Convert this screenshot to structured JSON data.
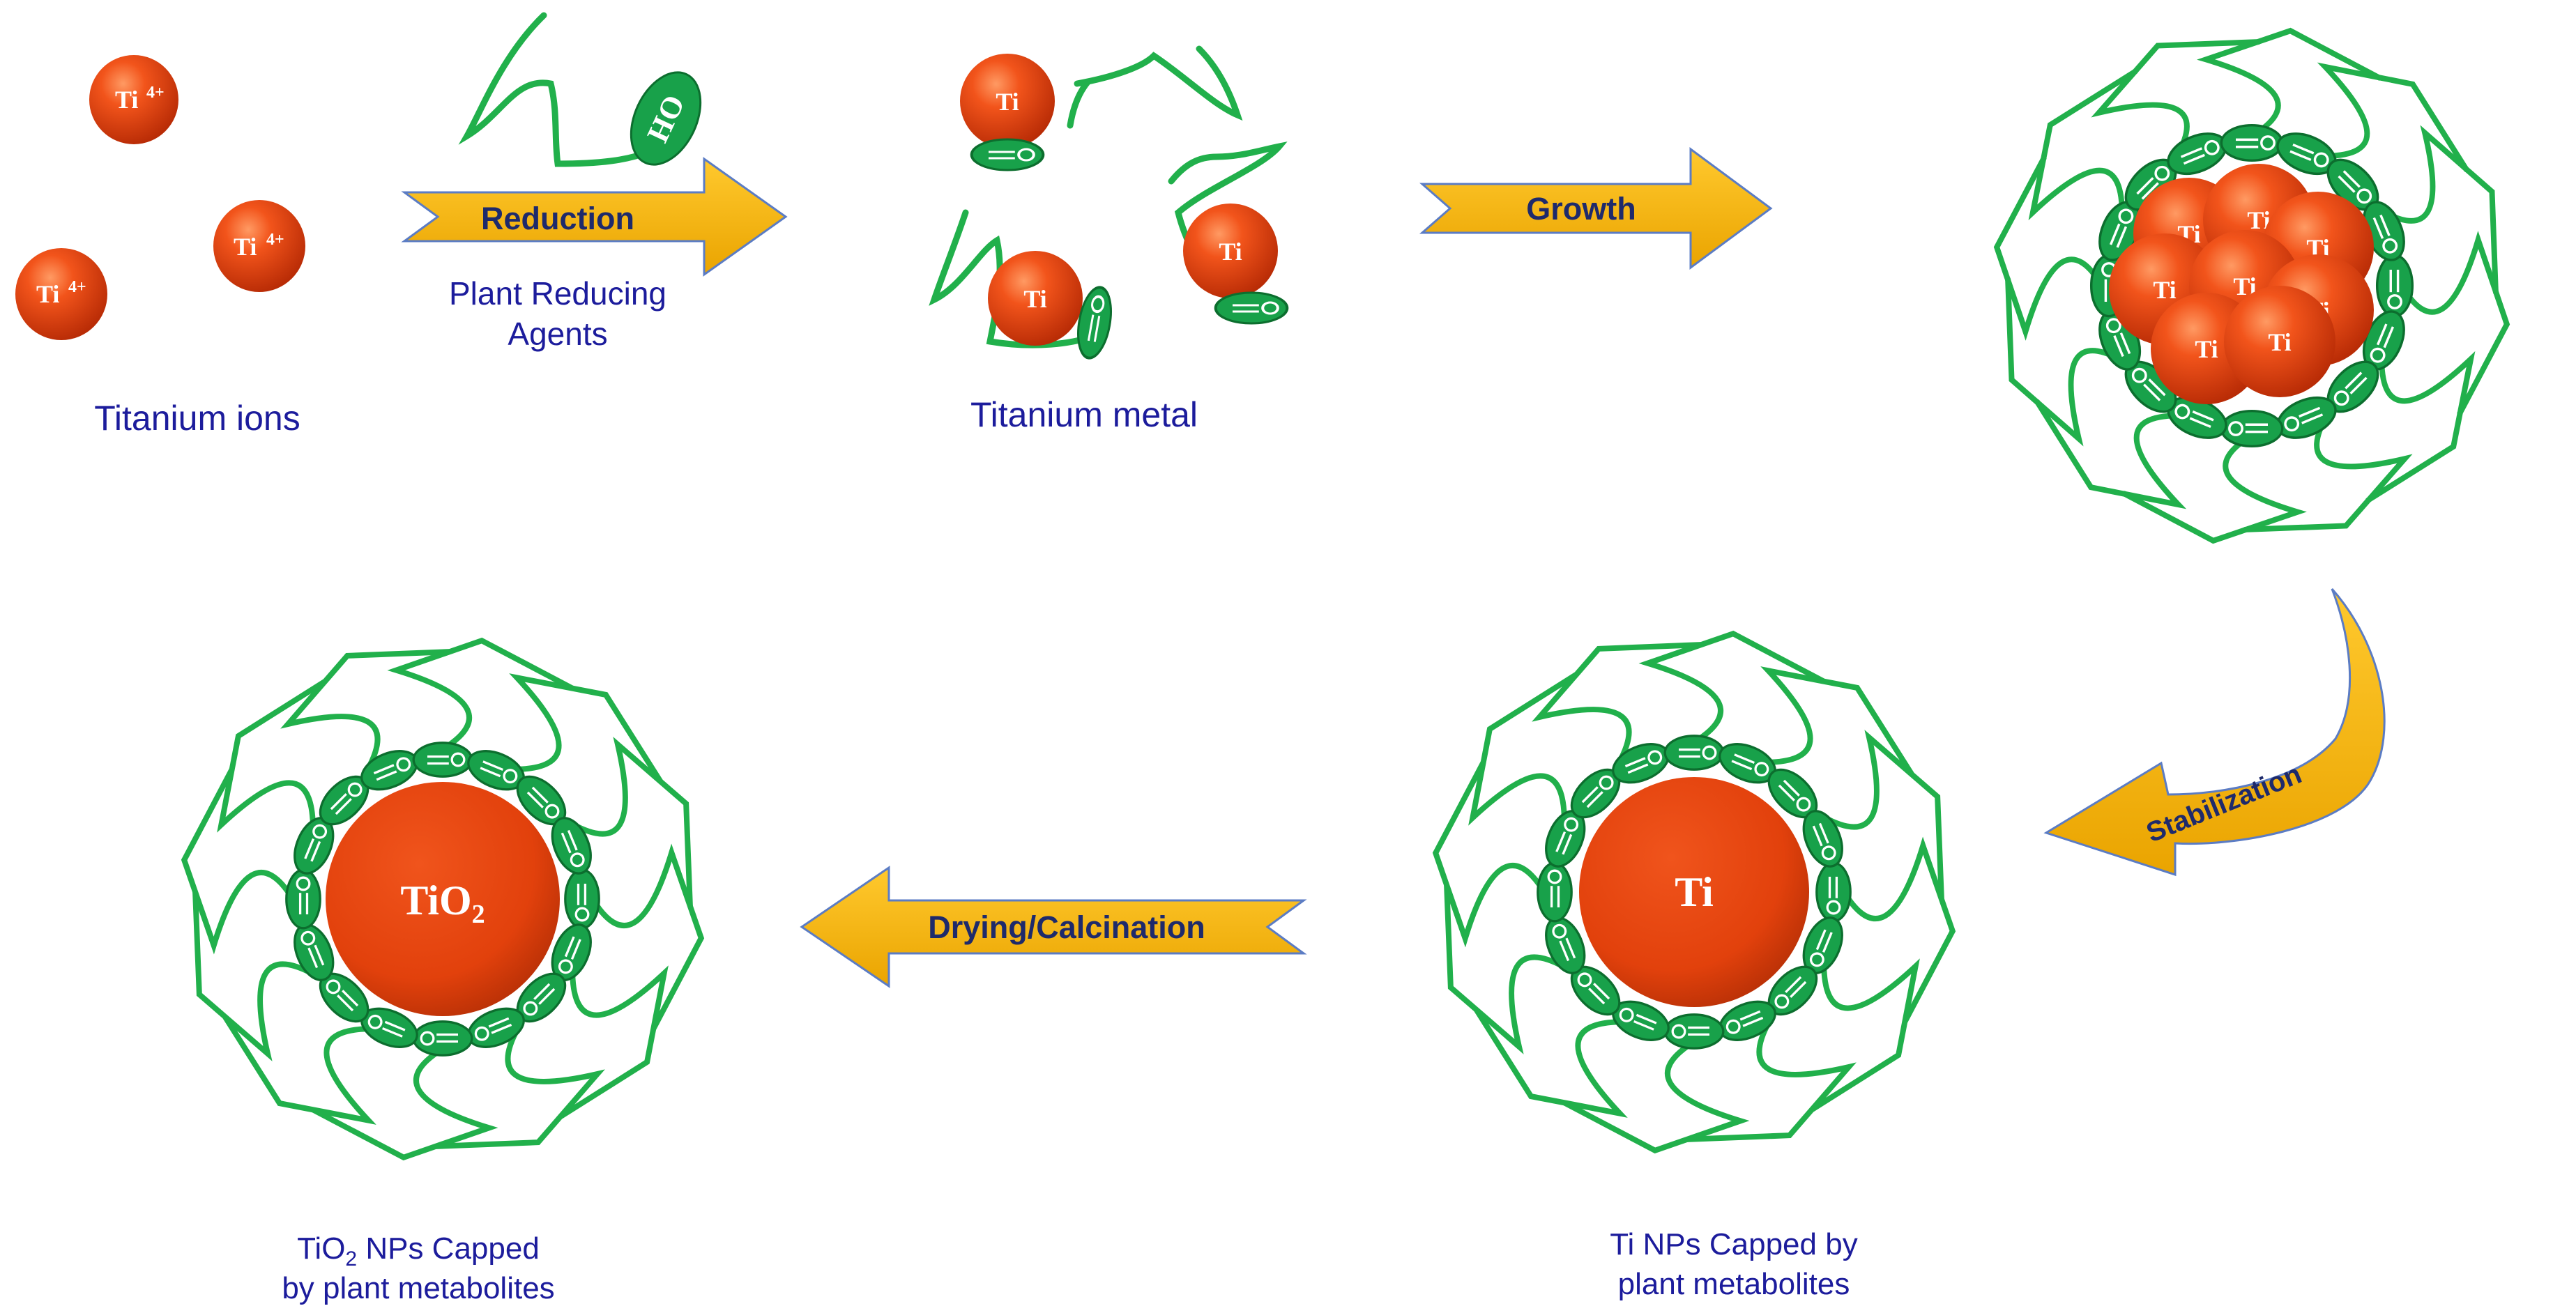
{
  "stages": {
    "ions": {
      "ion_symbol": "Ti",
      "ion_charge": "4+",
      "caption": "Titanium ions"
    },
    "metabolite": {
      "group": "OH"
    },
    "metal": {
      "symbol": "Ti",
      "caption": "Titanium metal"
    },
    "cluster": {
      "symbol": "Ti"
    },
    "ti_np": {
      "symbol": "Ti",
      "caption_line1": "Ti  NPs Capped by",
      "caption_line2": "plant metabolites"
    },
    "tio2_np": {
      "symbol": "TiO",
      "subscript": "2",
      "caption_prefix": "TiO",
      "caption_sub": "2",
      "caption_suffix": "  NPs Capped",
      "caption_line2": "by plant metabolites"
    }
  },
  "arrows": {
    "reduction": {
      "label": "Reduction",
      "note_line1": "Plant Reducing",
      "note_line2": "Agents"
    },
    "growth": {
      "label": "Growth"
    },
    "stabilization": {
      "label": "Stabilization"
    },
    "drying": {
      "label": "Drying/Calcination"
    }
  },
  "colors": {
    "particle": "#e2410c",
    "metabolite_fill": "#18a14a",
    "metabolite_stroke": "#0c6e2e",
    "strand": "#21b04b",
    "arrow_fill": "#f7b500",
    "label_text": "#1c1c9c"
  }
}
